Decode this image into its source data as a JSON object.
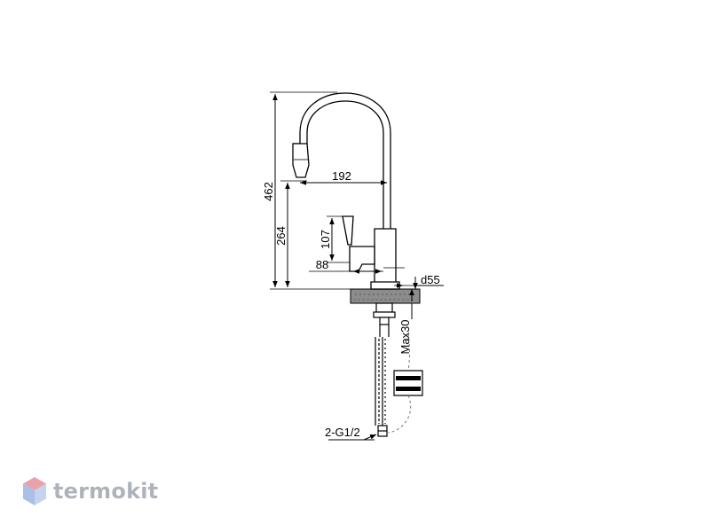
{
  "diagram": {
    "dimensions": {
      "total_height": "462",
      "spout_height": "264",
      "spout_reach": "192",
      "lever_height": "107",
      "lever_reach": "88",
      "base_diameter": "d55",
      "max_countertop": "Max30",
      "connection": "2-G1/2"
    }
  },
  "brand": {
    "name": "termokit",
    "colors": {
      "icon_top": "#e9a2a9",
      "icon_left": "#a9c0e8",
      "icon_right": "#c6d3ec",
      "text": "#aeb3bb"
    }
  }
}
